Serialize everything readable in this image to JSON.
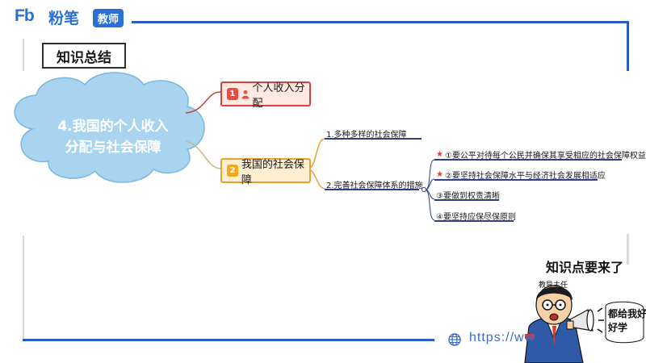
{
  "header": {
    "logo_fb": "Fb",
    "logo_text": "粉笔",
    "logo_badge": "教师"
  },
  "section_title": "知识总结",
  "mindmap": {
    "center": "4.我国的个人收入分配与社会保障",
    "center_line1": "4.我国的个人收入",
    "center_line2": "分配与社会保障",
    "topics": [
      {
        "num": "1",
        "label": "个人收入分配",
        "color": "#d94040"
      },
      {
        "num": "2",
        "label": "我国的社会保障",
        "color": "#e8a232"
      }
    ],
    "branches": [
      {
        "label": "1.多种多样的社会保障"
      },
      {
        "label": "2.完善社会保障体系的措施"
      }
    ],
    "leaves": [
      {
        "marker": "★",
        "label": "①要公平对待每个公民并确保其享受相应的社会保障权益"
      },
      {
        "marker": "★",
        "label": "②要坚持社会保障水平与经济社会发展相适应"
      },
      {
        "marker": "",
        "label": "③要做到权责清晰"
      },
      {
        "marker": "",
        "label": "④要坚持应保尽保原则"
      }
    ]
  },
  "footer": {
    "url": "https://ww",
    "globe_icon": "globe-icon"
  },
  "cartoon": {
    "title": "知识点要来了",
    "role": "教导主任",
    "speech": "都给我好好学"
  },
  "colors": {
    "brand_blue": "#2a6fd6",
    "frame_blue": "#2d58c8",
    "cloud_blue": "#a8d4f0",
    "topic_red": "#d94040",
    "topic_yellow": "#e8a232",
    "line_navy": "#2b3f8c"
  }
}
